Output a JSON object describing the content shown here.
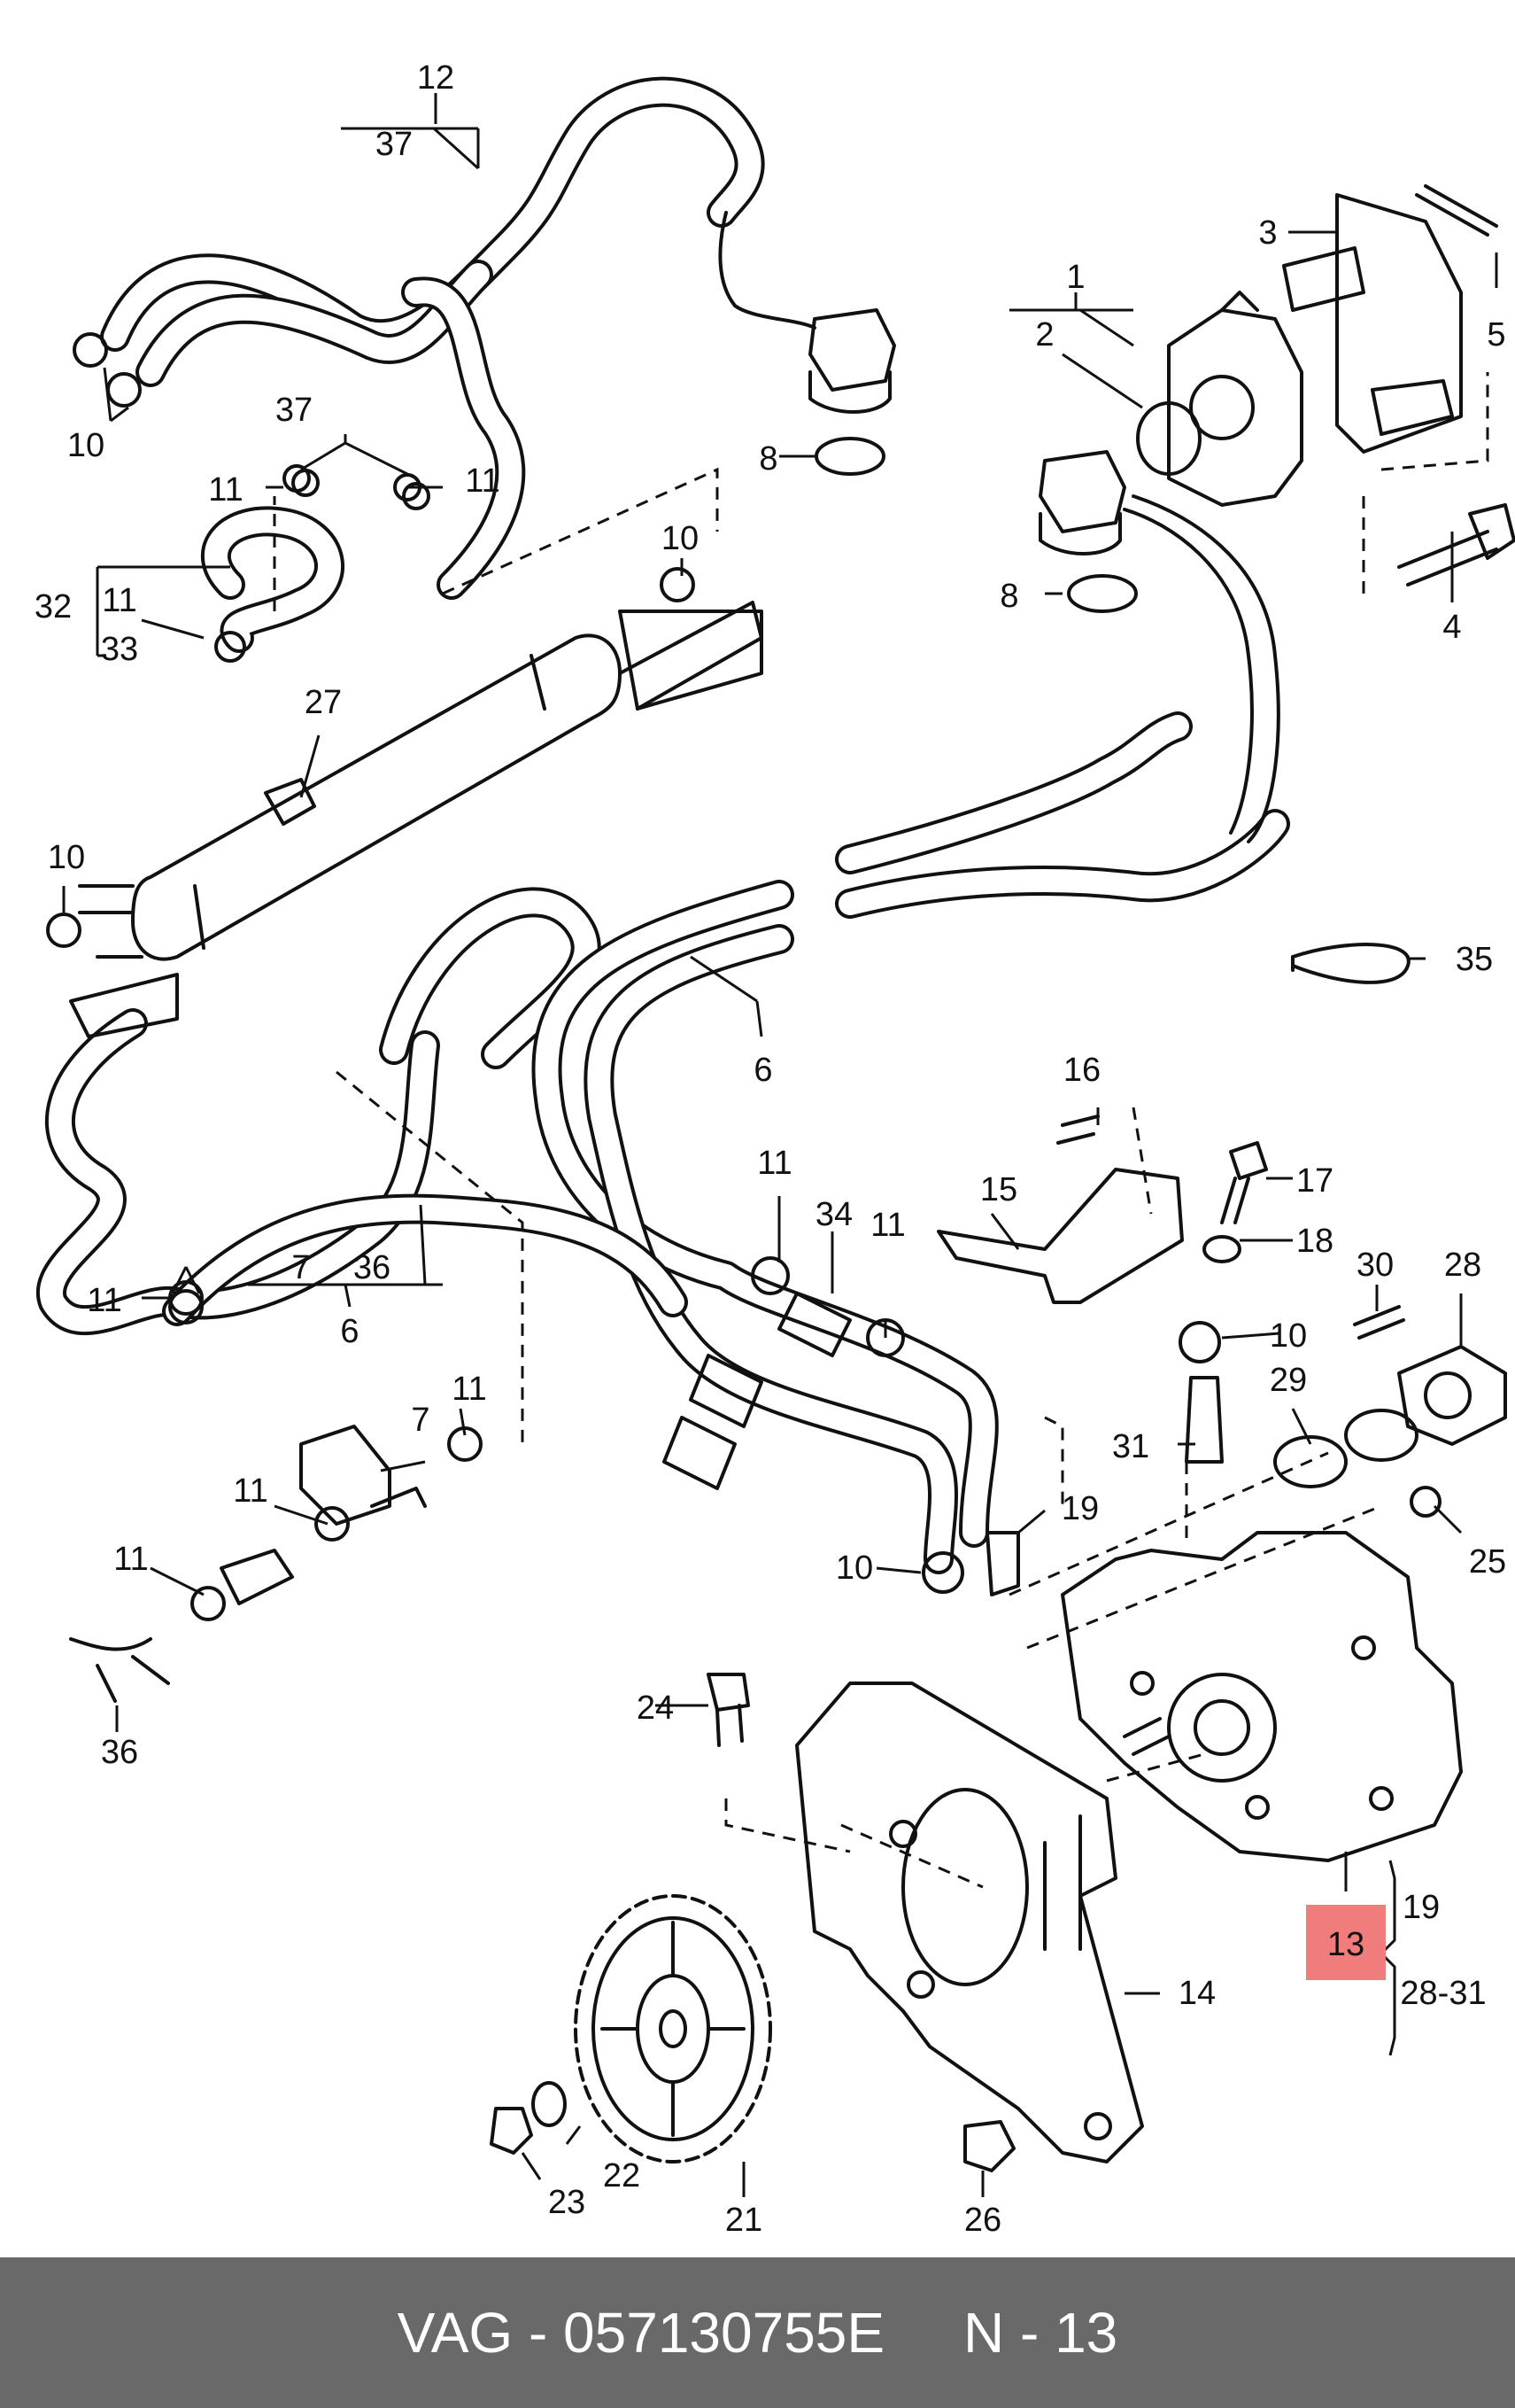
{
  "diagram": {
    "colors": {
      "highlight": "#f17c7c",
      "footer_bg": "#696969",
      "line": "#111111"
    },
    "labels": {
      "l12": "12",
      "l37a": "37",
      "l1": "1",
      "l2": "2",
      "l3": "3",
      "l5": "5",
      "l10a": "10",
      "l37b": "37",
      "l11a": "11",
      "l11b": "11",
      "l8a": "8",
      "l32": "32",
      "l11c": "11",
      "l33": "33",
      "l10b": "10",
      "l8b": "8",
      "l4": "4",
      "l27": "27",
      "l10c": "10",
      "l35": "35",
      "l6a": "6",
      "l16": "16",
      "l15": "15",
      "l17": "17",
      "l18": "18",
      "l11d": "11",
      "l34": "34",
      "l11e": "11",
      "l7a": "7",
      "l36a": "36",
      "l6b": "6",
      "l11f": "11",
      "l30": "30",
      "l28": "28",
      "l10d": "10",
      "l29": "29",
      "l7b": "7",
      "l11g": "11",
      "l31": "31",
      "l11h": "11",
      "l11i": "11",
      "l19a": "19",
      "l10e": "10",
      "l25": "25",
      "l24": "24",
      "l36b": "36",
      "l13": "13",
      "l19b": "19",
      "l2831": "28-31",
      "l14": "14",
      "l22": "22",
      "l23": "23",
      "l21": "21",
      "l26": "26"
    }
  },
  "footer": {
    "text": "VAG - 057130755E     N - 13"
  }
}
